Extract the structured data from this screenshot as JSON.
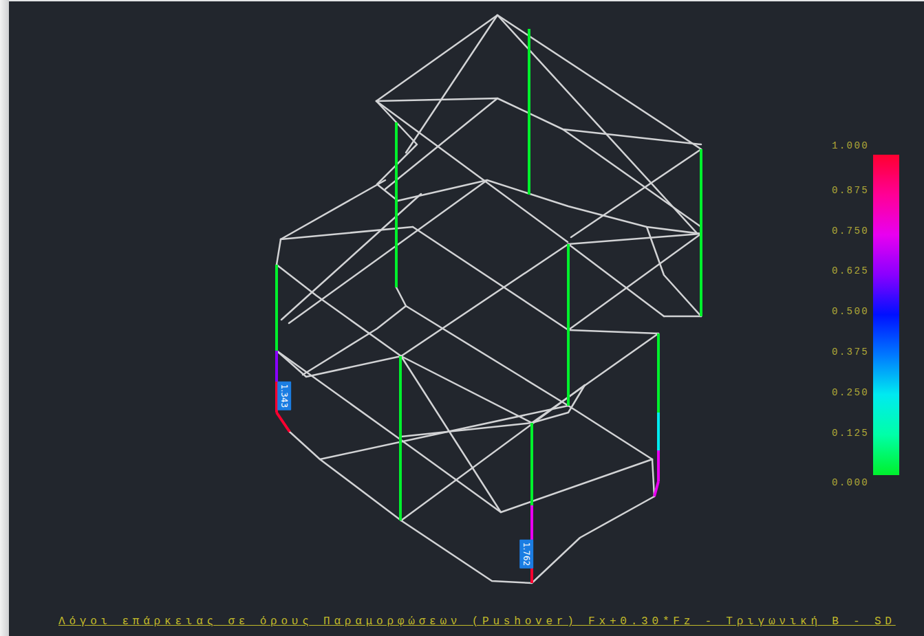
{
  "diagram": {
    "caption": "Λόγοι επάρκειας σε όρους Παραμορφώσεων (Pushover) Fx+0.30*Fz - Τριγωνική Β - SD",
    "nodes": [
      {
        "text": [
          "1.343"
        ]
      },
      {
        "text": [
          "1.762"
        ]
      }
    ],
    "legend": [
      {
        "text": "1.000",
        "color": "#ff0030"
      },
      {
        "text": "0.875",
        "color": "#ff0096"
      },
      {
        "text": "0.750",
        "color": "#e800f0"
      },
      {
        "text": "0.625",
        "color": "#8a00ff"
      },
      {
        "text": "0.500",
        "color": "#0010ff"
      },
      {
        "text": "0.375",
        "color": "#0078ff"
      },
      {
        "text": "0.250",
        "color": "#00eaf0"
      },
      {
        "text": "0.125",
        "color": "#00ffa8"
      },
      {
        "text": "0.000",
        "color": "#00f02c"
      }
    ]
  }
}
